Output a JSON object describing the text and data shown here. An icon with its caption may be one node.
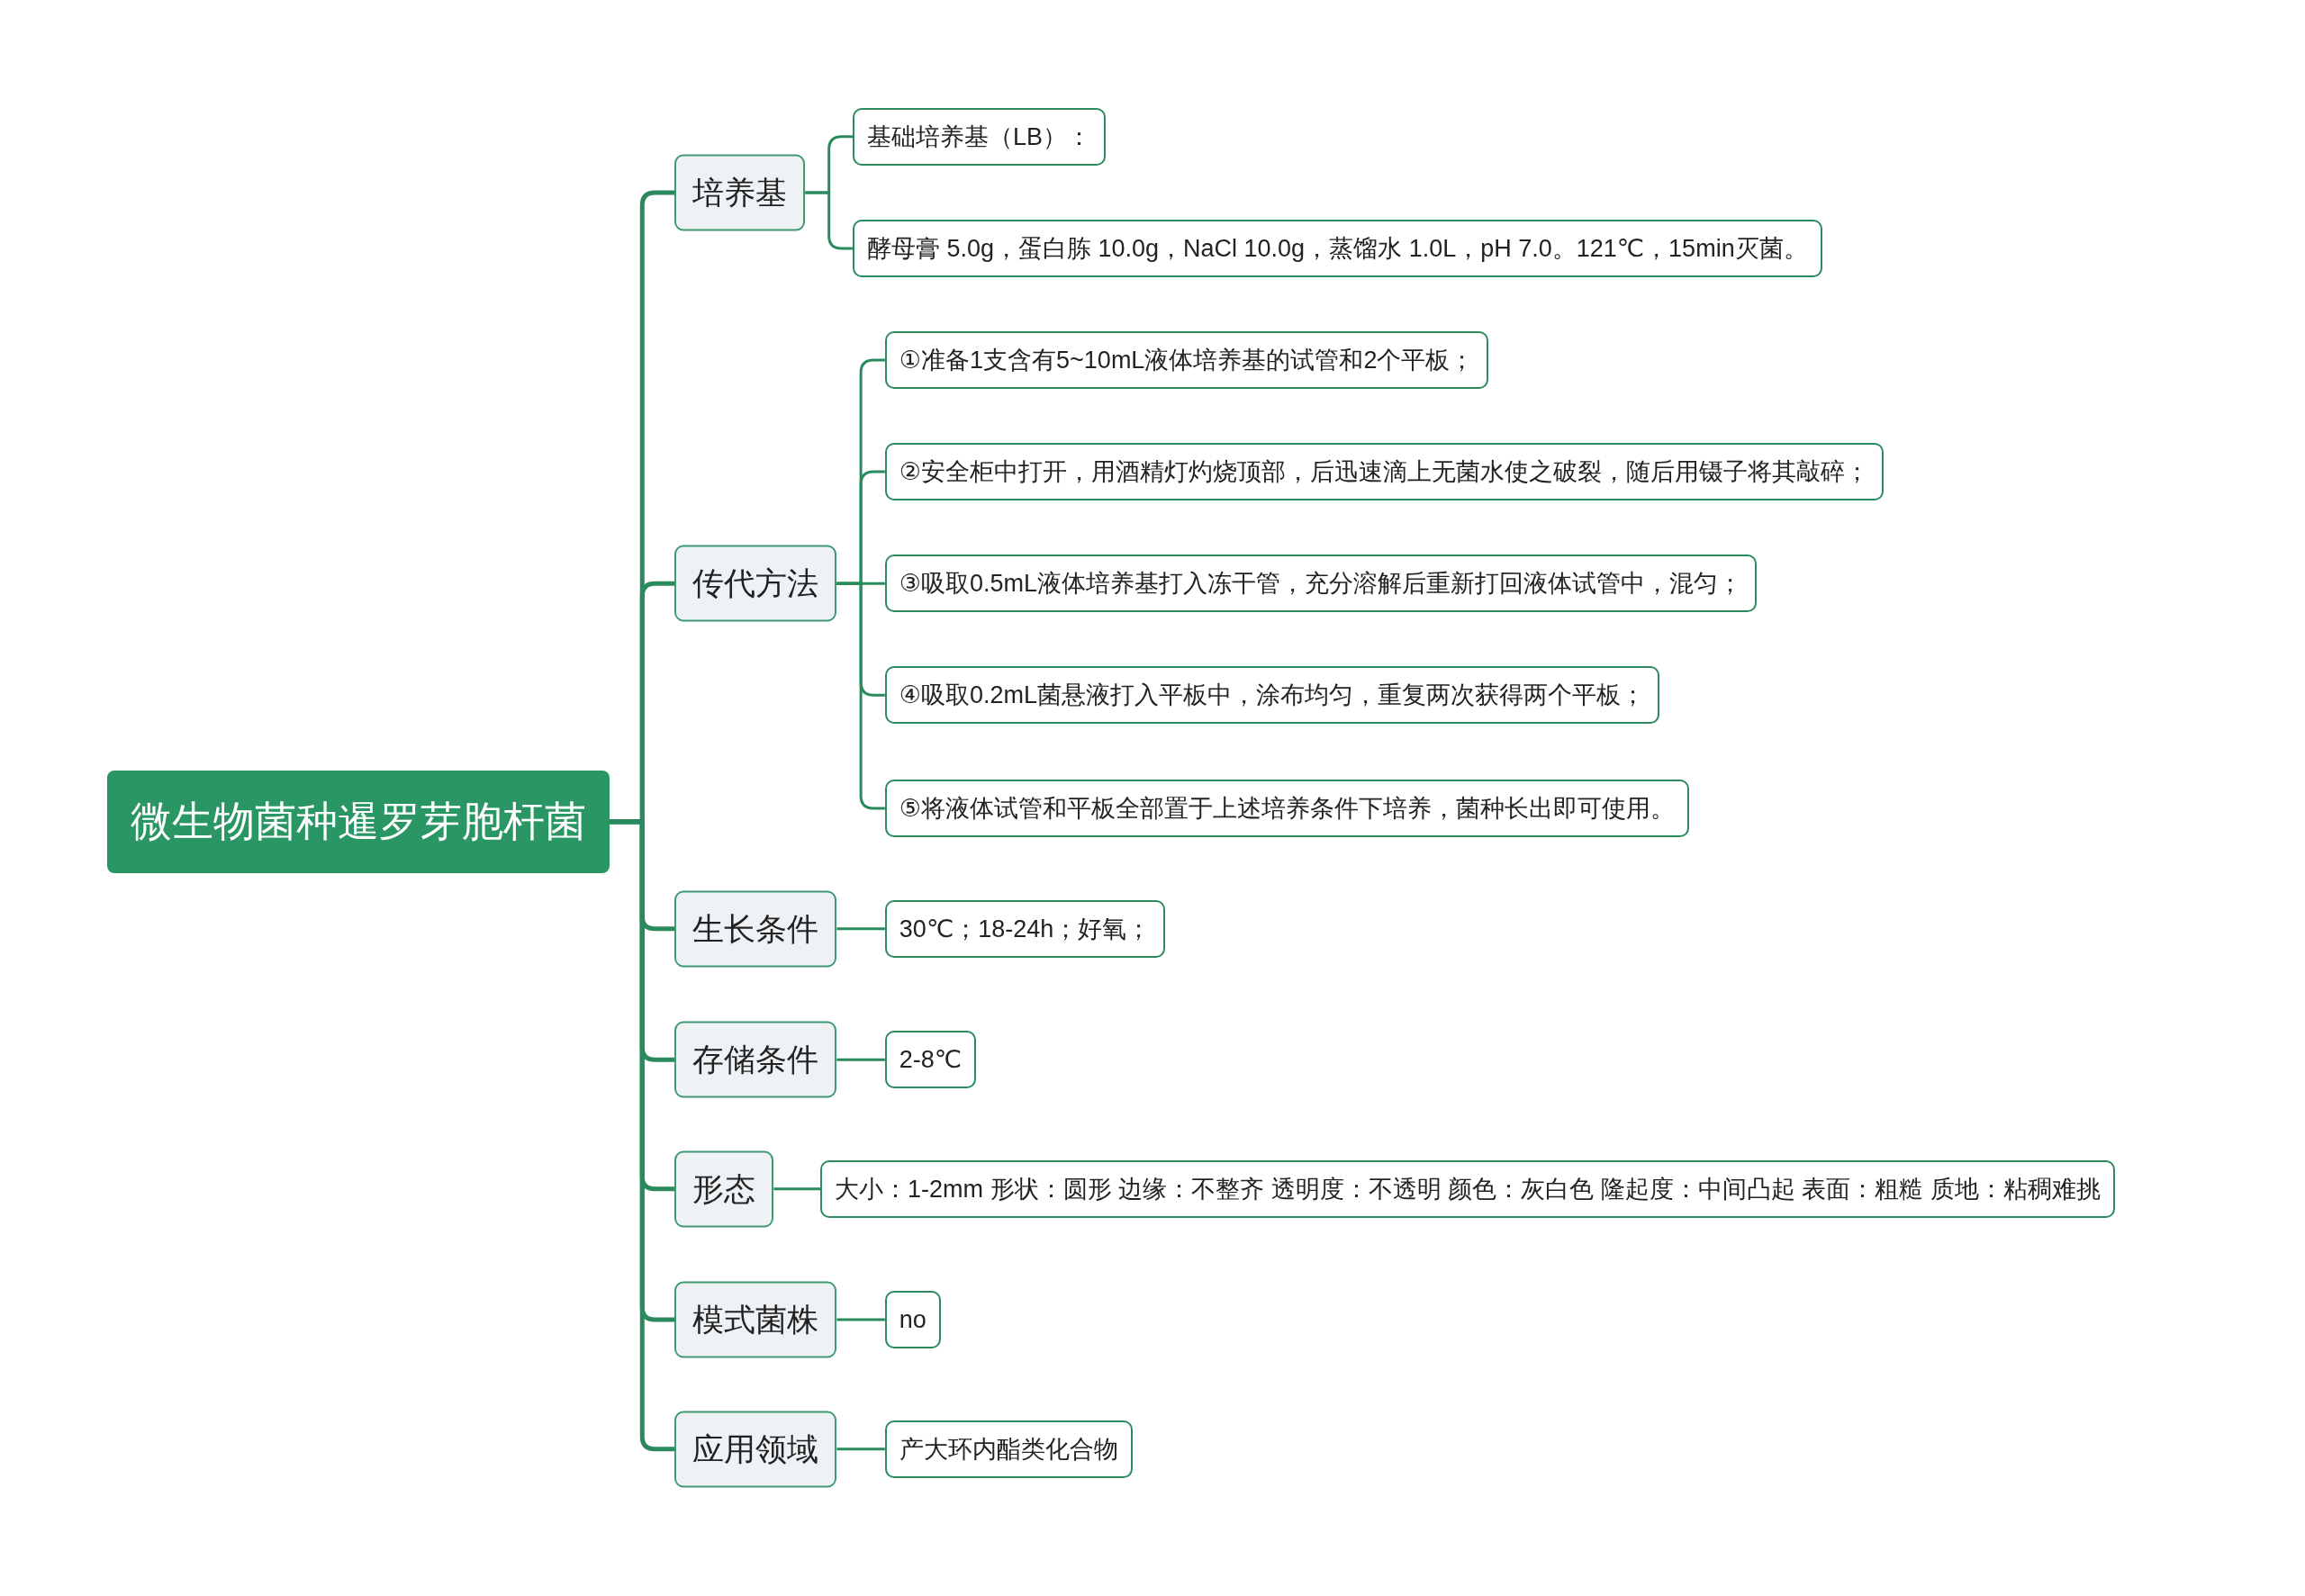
{
  "diagram": {
    "nodes": [
      {
        "text": [
          "微生物菌种暹罗芽胞杆菌"
        ]
      },
      {
        "text": [
          "培养基"
        ]
      },
      {
        "text": [
          "基础培养基（LB）："
        ]
      },
      {
        "text": [
          "酵母膏 5.0g，蛋白胨 10.0g，NaCl 10.0g，蒸馏水 1.0L，pH 7.0。121℃，15min灭菌。"
        ]
      },
      {
        "text": [
          "传代方法"
        ]
      },
      {
        "text": [
          "①准备1支含有5~10mL液体培养基的试管和2个平板；"
        ]
      },
      {
        "text": [
          "②安全柜中打开，用酒精灯灼烧顶部，后迅速滴上无菌水使之破裂，随后用镊子将其敲碎；"
        ]
      },
      {
        "text": [
          "③吸取0.5mL液体培养基打入冻干管，充分溶解后重新打回液体试管中，混匀；"
        ]
      },
      {
        "text": [
          "④吸取0.2mL菌悬液打入平板中，涂布均匀，重复两次获得两个平板；"
        ]
      },
      {
        "text": [
          "⑤将液体试管和平板全部置于上述培养条件下培养，菌种长出即可使用。"
        ]
      },
      {
        "text": [
          "生长条件"
        ]
      },
      {
        "text": [
          "30℃；18-24h；好氧；"
        ]
      },
      {
        "text": [
          "存储条件"
        ]
      },
      {
        "text": [
          "2-8℃"
        ]
      },
      {
        "text": [
          "形态"
        ]
      },
      {
        "text": [
          "大小：1-2mm 形状：圆形 边缘：不整齐 透明度：不透明 颜色：灰白色 隆起度：中间凸起 表面：粗糙 质地：粘稠难挑"
        ]
      },
      {
        "text": [
          "模式菌株"
        ]
      },
      {
        "text": [
          "no"
        ]
      },
      {
        "text": [
          "应用领域"
        ]
      },
      {
        "text": [
          "产大环内酯类化合物"
        ]
      }
    ],
    "edges": [
      {
        "from": 0,
        "to": 1,
        "arrow": "none"
      },
      {
        "from": 0,
        "to": 4,
        "arrow": "none"
      },
      {
        "from": 0,
        "to": 10,
        "arrow": "none"
      },
      {
        "from": 0,
        "to": 12,
        "arrow": "none"
      },
      {
        "from": 0,
        "to": 14,
        "arrow": "none"
      },
      {
        "from": 0,
        "to": 16,
        "arrow": "none"
      },
      {
        "from": 0,
        "to": 18,
        "arrow": "none"
      },
      {
        "from": 1,
        "to": 2,
        "arrow": "none"
      },
      {
        "from": 1,
        "to": 3,
        "arrow": "none"
      },
      {
        "from": 4,
        "to": 5,
        "arrow": "none"
      },
      {
        "from": 4,
        "to": 6,
        "arrow": "none"
      },
      {
        "from": 4,
        "to": 7,
        "arrow": "none"
      },
      {
        "from": 4,
        "to": 8,
        "arrow": "none"
      },
      {
        "from": 4,
        "to": 9,
        "arrow": "none"
      },
      {
        "from": 10,
        "to": 11,
        "arrow": "none"
      },
      {
        "from": 12,
        "to": 13,
        "arrow": "none"
      },
      {
        "from": 14,
        "to": 15,
        "arrow": "none"
      },
      {
        "from": 16,
        "to": 17,
        "arrow": "none"
      },
      {
        "from": 18,
        "to": 19,
        "arrow": "none"
      }
    ]
  }
}
